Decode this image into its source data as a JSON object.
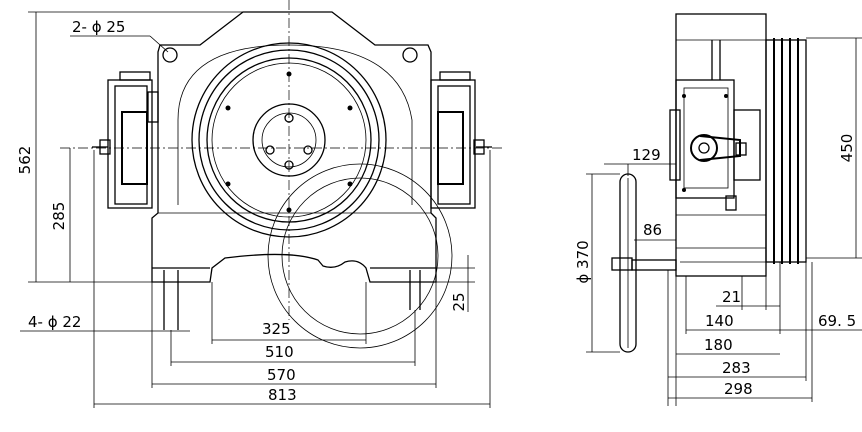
{
  "front_view": {
    "dimensions": {
      "hole_top": "2- ϕ 25",
      "height_total": "562",
      "shaft_height": "285",
      "foot_offset": "25",
      "hole_foot": "4- ϕ 22",
      "w325": "325",
      "w510": "510",
      "w570": "570",
      "w813": "813"
    }
  },
  "side_view": {
    "dimensions": {
      "d129": "129",
      "d86": "86",
      "dia370": "ϕ 370",
      "h450": "450",
      "d21": "21",
      "d140": "140",
      "d69_5": "69. 5",
      "d180": "180",
      "d283": "283",
      "d298": "298"
    }
  }
}
